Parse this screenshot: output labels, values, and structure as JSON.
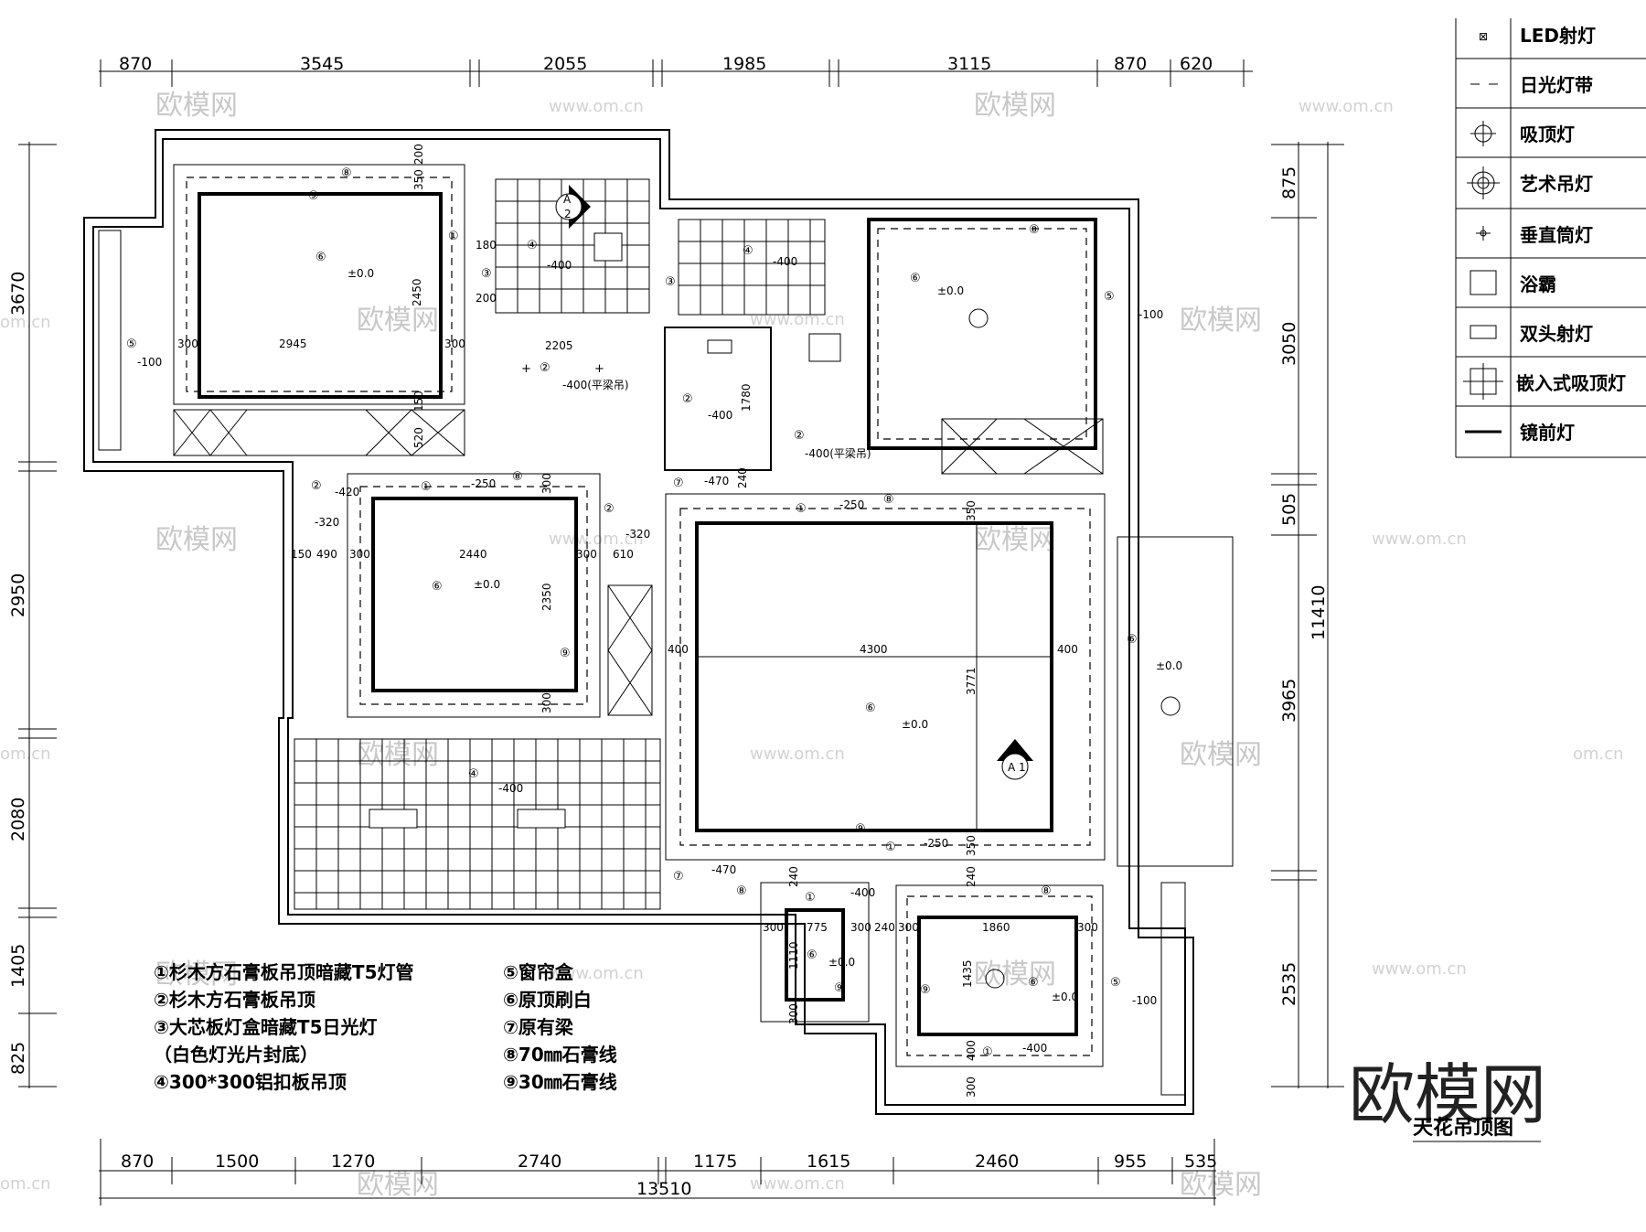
{
  "title": "天花吊顶图",
  "brand": "欧模网",
  "watermarks": {
    "text": "欧模网",
    "url": "www.om.cn",
    "url_partial": "om.cn"
  },
  "dims_top": [
    "870",
    "3545",
    "2055",
    "1985",
    "3115",
    "870",
    "620"
  ],
  "dims_bottom": [
    "870",
    "1500",
    "1270",
    "2740",
    "1175",
    "1615",
    "2460",
    "955",
    "535"
  ],
  "dim_total_bottom": "13510",
  "dims_left": [
    "3670",
    "2950",
    "2080",
    "1405",
    "825"
  ],
  "dims_right": [
    "875",
    "3050",
    "505",
    "3965",
    "2535"
  ],
  "dim_total_right": "11410",
  "legend": [
    {
      "icon": "led-spotlight-icon",
      "label": "LED射灯"
    },
    {
      "icon": "fluorescent-strip-icon",
      "label": "日光灯带"
    },
    {
      "icon": "ceiling-light-icon",
      "label": "吸顶灯"
    },
    {
      "icon": "chandelier-icon",
      "label": "艺术吊灯"
    },
    {
      "icon": "downlight-icon",
      "label": "垂直筒灯"
    },
    {
      "icon": "bath-heater-icon",
      "label": "浴霸"
    },
    {
      "icon": "double-spotlight-icon",
      "label": "双头射灯"
    },
    {
      "icon": "recessed-ceiling-light-icon",
      "label": "嵌入式吸顶灯"
    },
    {
      "icon": "mirror-light-icon",
      "label": "镜前灯"
    }
  ],
  "notes_left": [
    "①杉木方石膏板吊顶暗藏T5灯管",
    "②杉木方石膏板吊顶",
    "③大芯板灯盒暗藏T5日光灯",
    "（白色灯光片封底）",
    "④300*300铝扣板吊顶"
  ],
  "notes_right": [
    "⑤窗帘盒",
    "⑥原顶刷白",
    "⑦原有梁",
    "⑧70㎜石膏线",
    "⑨30㎜石膏线"
  ],
  "marks": {
    "c1": "①",
    "c2": "②",
    "c3": "③",
    "c4": "④",
    "c5": "⑤",
    "c6": "⑥",
    "c7": "⑦",
    "c8": "⑧",
    "c9": "⑨"
  },
  "levels": {
    "zero": "±0.0",
    "m100": "-100",
    "m250": "-250",
    "m320": "-320",
    "m400": "-400",
    "m400beam": "-400(平梁吊)",
    "m470": "-470"
  },
  "room_dims": {
    "r1_w": "2945",
    "r1_h": "2450",
    "r1_a": "300",
    "r1_b": "300",
    "r1_c": "200",
    "r1_d": "350",
    "r1_e": "180",
    "r1_f": "200",
    "r1_g": "520",
    "r1_h2": "150",
    "corr_w": "2205",
    "r2_w": "2440",
    "r2_h": "2350",
    "r2_a": "300",
    "r2_b": "300",
    "r2_c": "610",
    "r2_d": "150",
    "r2_e": "490",
    "r2_f": "300",
    "r2_g": "300",
    "r3_w": "4300",
    "r3_h": "3771",
    "r3_a": "400",
    "r3_b": "400",
    "r3_c": "350",
    "r3_d": "350",
    "closet_h": "1780",
    "beam_h": "240",
    "r4_w": "775",
    "r4_h": "1110",
    "r4_a": "300",
    "r4_b": "300",
    "r4_c": "240",
    "r4_d": "300",
    "r5_w": "1860",
    "r5_h": "1435",
    "r5_a": "240",
    "r5_b": "300",
    "r5_c": "240",
    "r5_d": "300",
    "r5_e": "400",
    "r5_f": "300",
    "section": "A",
    "section_num": "1",
    "section_num2": "2"
  }
}
